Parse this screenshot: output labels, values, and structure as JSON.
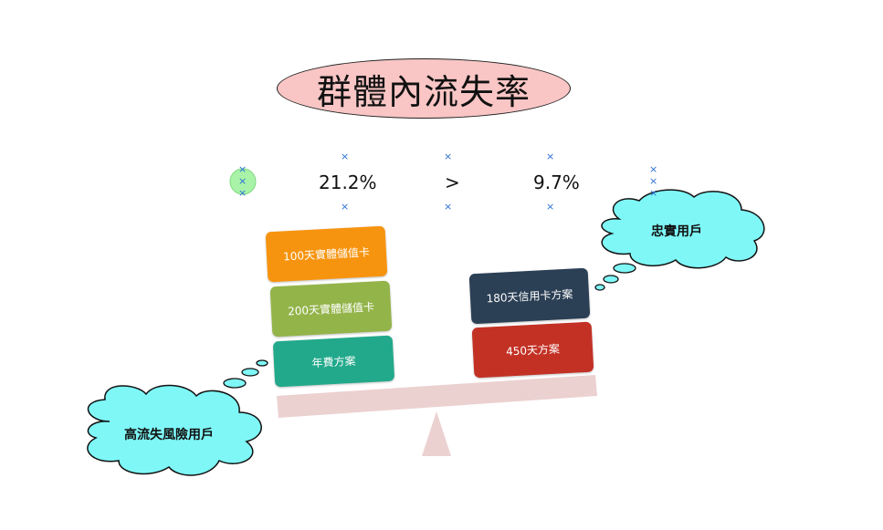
{
  "title": "群體內流失率",
  "left_rate": "21.2%",
  "comparison": ">",
  "right_rate": "9.7%",
  "left_stack": [
    {
      "label": "100天實體儲值卡",
      "color": "#f7940f"
    },
    {
      "label": "200天實體儲值卡",
      "color": "#93b449"
    },
    {
      "label": "年費方案",
      "color": "#22a98b"
    }
  ],
  "right_stack": [
    {
      "label": "180天信用卡方案",
      "color": "#2b3f55"
    },
    {
      "label": "450天方案",
      "color": "#c33125"
    }
  ],
  "left_cloud": "高流失風險用戶",
  "right_cloud": "忠實用戶",
  "colors": {
    "title_fill": "#f9c6c5",
    "cloud_fill": "#7ff7f7",
    "beam": "#ecd1d1",
    "handle": "#2a6fd6"
  }
}
